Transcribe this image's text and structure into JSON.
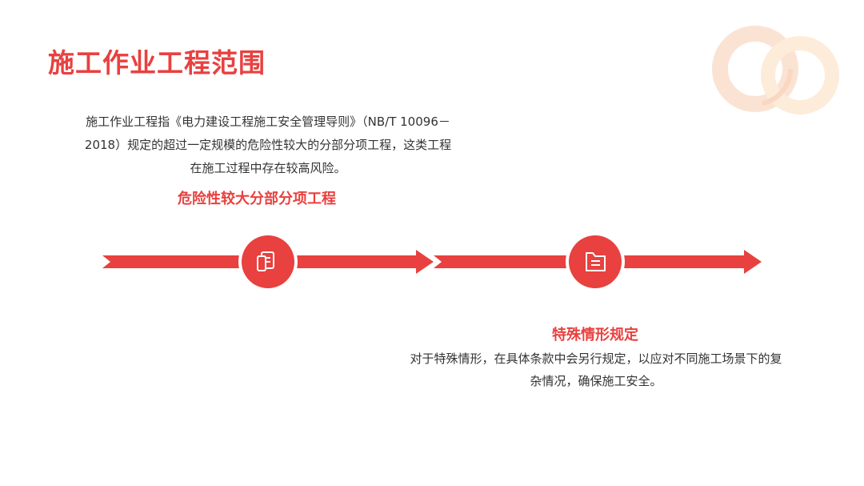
{
  "title": "施工作业工程范围",
  "intro_text": "施工作业工程指《电力建设工程施工安全管理导则》（NB/T 10096－2018）规定的超过一定规模的危险性较大的分部分项工程，这类工程在施工过程中存在较高风险。",
  "items": [
    {
      "heading": "危险性较大分部分项工程",
      "icon": "document-icon"
    },
    {
      "heading": "特殊情形规定",
      "description": "对于特殊情形，在具体条款中会另行规定，以应对不同施工场景下的复杂情况，确保施工安全。",
      "icon": "folder-icon"
    }
  ],
  "colors": {
    "accent": "#e8413f",
    "text": "#333333",
    "deco": "#fbe3d3"
  }
}
